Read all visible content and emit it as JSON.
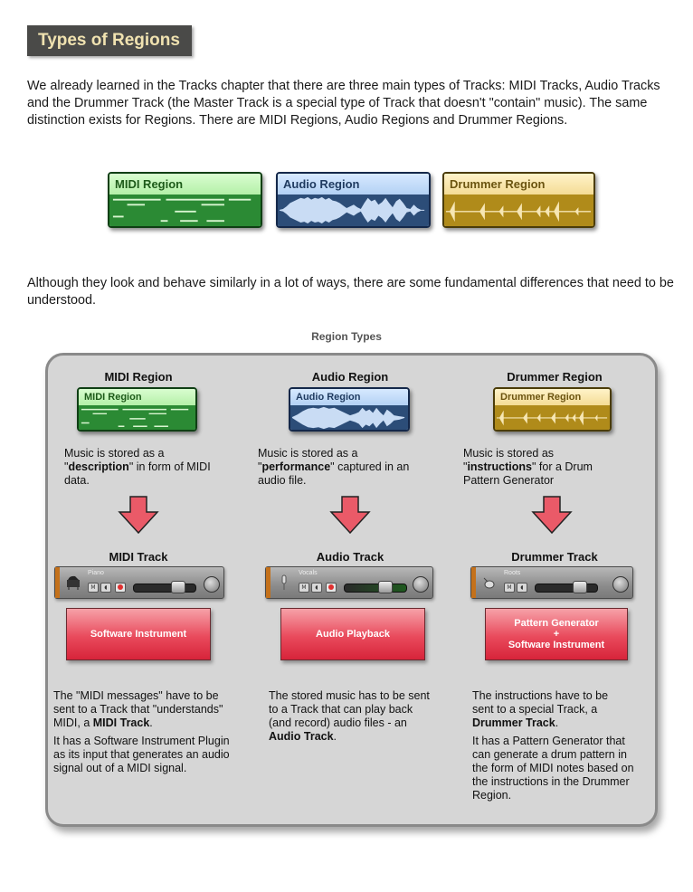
{
  "heading": "Types of Regions",
  "intro": "We already learned in the Tracks chapter that there are three main types of Tracks: MIDI Tracks, Audio Tracks and the Drummer Track (the Master Track is a special type of Track that doesn't \"contain\" music). The same distinction exists for Regions. There are MIDI Regions, Audio Regions and Drummer Regions.",
  "regions_strip": {
    "midi_label": "MIDI Region",
    "audio_label": "Audio Region",
    "drummer_label": "Drummer Region"
  },
  "paragraph2": "Although they look and behave similarly in a lot of ways, there are some fundamental differences that need to be understood.",
  "diagram": {
    "title": "Region Types",
    "columns": [
      {
        "heading": "MIDI Region",
        "region_label": "MIDI Region",
        "desc_pre": "Music is stored as a \"",
        "desc_bold": "description",
        "desc_post": "\" in form of MIDI data.",
        "track_heading": "MIDI Track",
        "track_name": "Piano",
        "box_line1": "Software Instrument",
        "box_line2": "",
        "box_line3": "",
        "text1_pre": "The \"MIDI messages\" have to be sent to a Track that \"understands\" MIDI, a ",
        "text1_bold": "MIDI Track",
        "text1_post": ".",
        "text2": "It has a Software Instrument Plugin as its input that generates an audio signal out of a MIDI signal."
      },
      {
        "heading": "Audio Region",
        "region_label": "Audio Region",
        "desc_pre": "Music is stored as a \"",
        "desc_bold": "performance",
        "desc_post": "\" captured in an audio file.",
        "track_heading": "Audio Track",
        "track_name": "Vocals",
        "box_line1": "Audio Playback",
        "box_line2": "",
        "box_line3": "",
        "text1_pre": "The stored music has to be sent to a Track that can play back (and record) audio files - an ",
        "text1_bold": "Audio Track",
        "text1_post": ".",
        "text2": ""
      },
      {
        "heading": "Drummer Region",
        "region_label": "Drummer Region",
        "desc_pre": "Music is stored as \"",
        "desc_bold": "instructions",
        "desc_post": "\" for a Drum Pattern Generator",
        "track_heading": "Drummer Track",
        "track_name": "Roots",
        "box_line1": "Pattern Generator",
        "box_line2": "+",
        "box_line3": "Software Instrument",
        "text1_pre": "The instructions have to be sent to a special Track, a ",
        "text1_bold": "Drummer Track",
        "text1_post": ".",
        "text2": "It has a Pattern Generator that can generate a drum pattern in the form of MIDI notes based on the instructions in the Drummer Region."
      }
    ]
  },
  "colors": {
    "heading_bg": "#4a4a48",
    "heading_text": "#f0e2b0",
    "panel_bg": "#d6d6d6",
    "arrow_fill": "#ea5a68",
    "track_tab": "#c4711b"
  }
}
